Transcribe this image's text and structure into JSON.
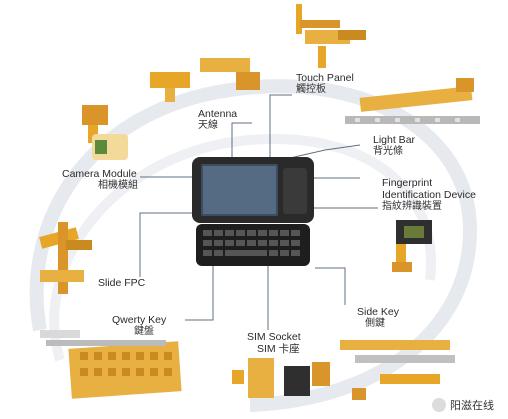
{
  "labels": {
    "touch_panel": {
      "en": "Touch Panel",
      "zh": "觸控板"
    },
    "antenna": {
      "en": "Antenna",
      "zh": "天線"
    },
    "light_bar": {
      "en": "Light Bar",
      "zh": "背光條"
    },
    "camera_module": {
      "en": "Camera Module",
      "zh": "相機模組"
    },
    "fingerprint": {
      "en1": "Fingerprint",
      "en2": "Identification Device",
      "zh": "指紋辨識裝置"
    },
    "slide_fpc": {
      "en": "Slide FPC"
    },
    "qwerty_key": {
      "en": "Qwerty Key",
      "zh": "鍵盤"
    },
    "sim_socket": {
      "en1": "SIM Socket",
      "en2": "SIM 卡座"
    },
    "side_key": {
      "en": "Side Key",
      "zh": "側鍵"
    }
  },
  "watermark": "阳滋在线",
  "colors": {
    "fpc_yellow": "#e8a628",
    "fpc_green": "#5b8a3a",
    "phone_dark": "#2a2a2a",
    "line": "#5f6f80"
  }
}
